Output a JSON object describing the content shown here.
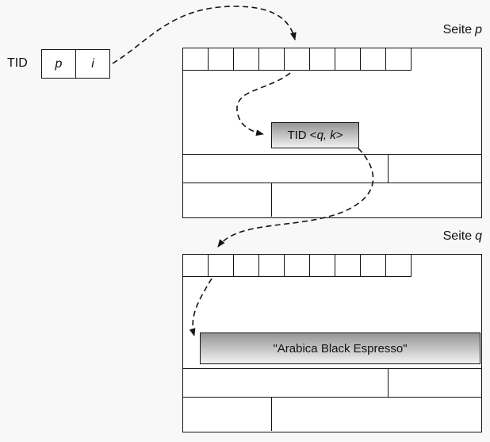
{
  "colors": {
    "background": "#f8f8f8",
    "line": "#141414",
    "gray_gradient_top": "#959595",
    "gray_gradient_bottom": "#f2f2f2"
  },
  "tid_pointer": {
    "label": "TID",
    "cells": [
      "p",
      "i"
    ]
  },
  "page_p": {
    "label_text": "Seite",
    "label_var": "p",
    "slot_count": 9,
    "forward_tid": {
      "prefix": "TID <",
      "vars": "q, k",
      "suffix": ">"
    }
  },
  "page_q": {
    "label_text": "Seite",
    "label_var": "q",
    "slot_count": 9,
    "record_text": "\"Arabica Black Espresso\""
  }
}
